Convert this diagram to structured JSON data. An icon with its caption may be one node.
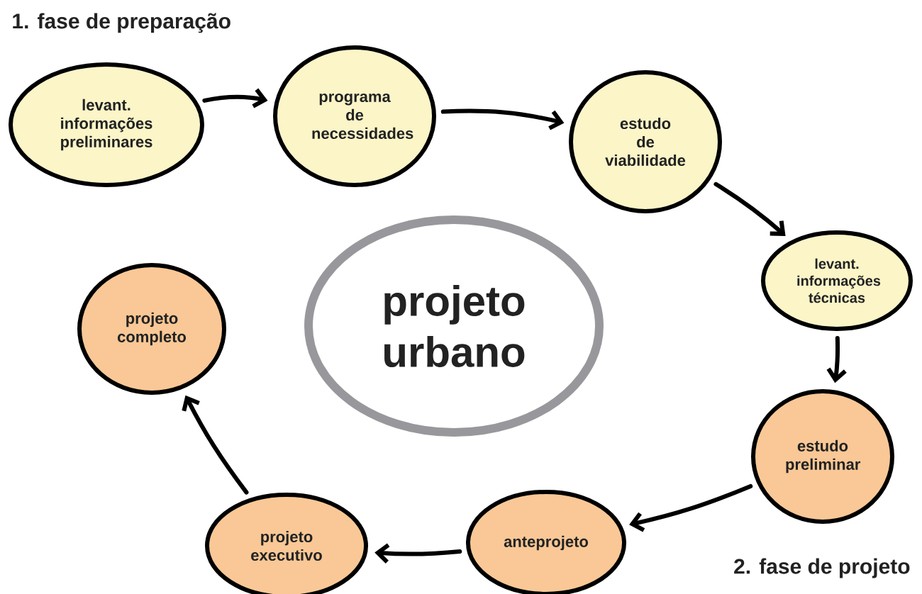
{
  "diagram": {
    "nodes": [
      {
        "text": [
          "levant. informações preliminares"
        ]
      },
      {
        "text": [
          "programa de necessidades"
        ]
      },
      {
        "text": [
          "estudo de viabilidade"
        ]
      },
      {
        "text": [
          "levant. informações técnicas"
        ]
      },
      {
        "text": [
          "estudo preliminar"
        ]
      },
      {
        "text": [
          "anteprojeto"
        ]
      },
      {
        "text": [
          "projeto executivo"
        ]
      },
      {
        "text": [
          "projeto completo"
        ]
      },
      {
        "text": [
          "projeto urbano"
        ]
      }
    ],
    "edges": [
      {
        "from": 0,
        "to": 1,
        "arrow": "to"
      },
      {
        "from": 1,
        "to": 2,
        "arrow": "to"
      },
      {
        "from": 2,
        "to": 3,
        "arrow": "to"
      },
      {
        "from": 3,
        "to": 4,
        "arrow": "to"
      },
      {
        "from": 4,
        "to": 5,
        "arrow": "to"
      },
      {
        "from": 5,
        "to": 6,
        "arrow": "to"
      },
      {
        "from": 6,
        "to": 7,
        "arrow": "to"
      }
    ],
    "labels": [
      "1. fase de preparação",
      "2. fase de projeto"
    ]
  }
}
